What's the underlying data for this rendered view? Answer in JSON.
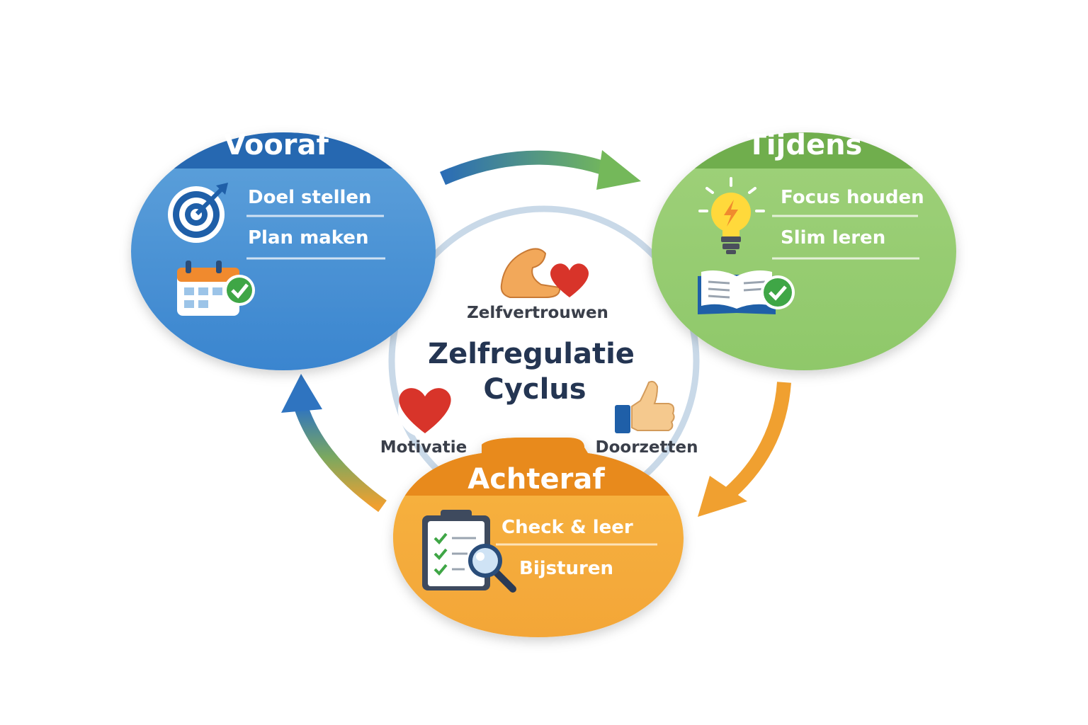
{
  "center": {
    "title_line1": "Zelfregulatie",
    "title_line2": "Cyclus"
  },
  "phases": {
    "before": {
      "title": "Vooraf",
      "items": [
        "Doel stellen",
        "Plan maken"
      ],
      "color": "#2f74c0",
      "icons": [
        "target-icon",
        "calendar-check-icon"
      ]
    },
    "during": {
      "title": "Tijdens",
      "items": [
        "Focus houden",
        "Slim leren"
      ],
      "color": "#7fbf57",
      "icons": [
        "lightbulb-icon",
        "book-check-icon"
      ]
    },
    "after": {
      "title": "Achteraf",
      "items": [
        "Check & leer",
        "Bijsturen"
      ],
      "color": "#f2a33a",
      "icons": [
        "checklist-magnifier-icon"
      ]
    }
  },
  "values": {
    "confidence": {
      "label": "Zelfvertrouwen",
      "icon": "muscle-heart-icon"
    },
    "motivation": {
      "label": "Motivatie",
      "icon": "heart-icon"
    },
    "perseverance": {
      "label": "Doorzetten",
      "icon": "thumbs-up-icon"
    }
  }
}
